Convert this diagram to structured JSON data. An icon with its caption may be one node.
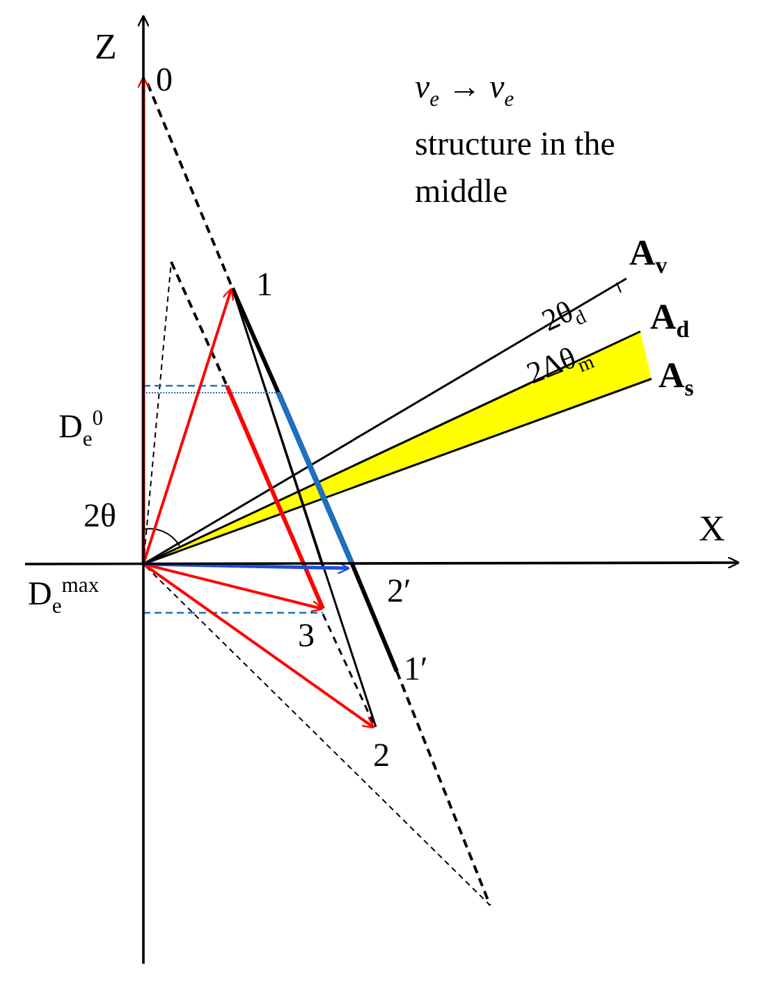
{
  "diagram": {
    "labels": [
      "Z",
      "0",
      "ν$_{e}$ → ν$_{e}$",
      "structure in the middle",
      "1",
      "A$_{v}$",
      "2θ$_{d}$",
      "A$_{d}$",
      "2Δθ$_{m}$",
      "A$_{s}$",
      "D$_{e}$$^{0}$",
      "2θ",
      "X",
      "2′",
      "D$_{e}$$^{max}$",
      "3",
      "1′",
      "2"
    ]
  }
}
